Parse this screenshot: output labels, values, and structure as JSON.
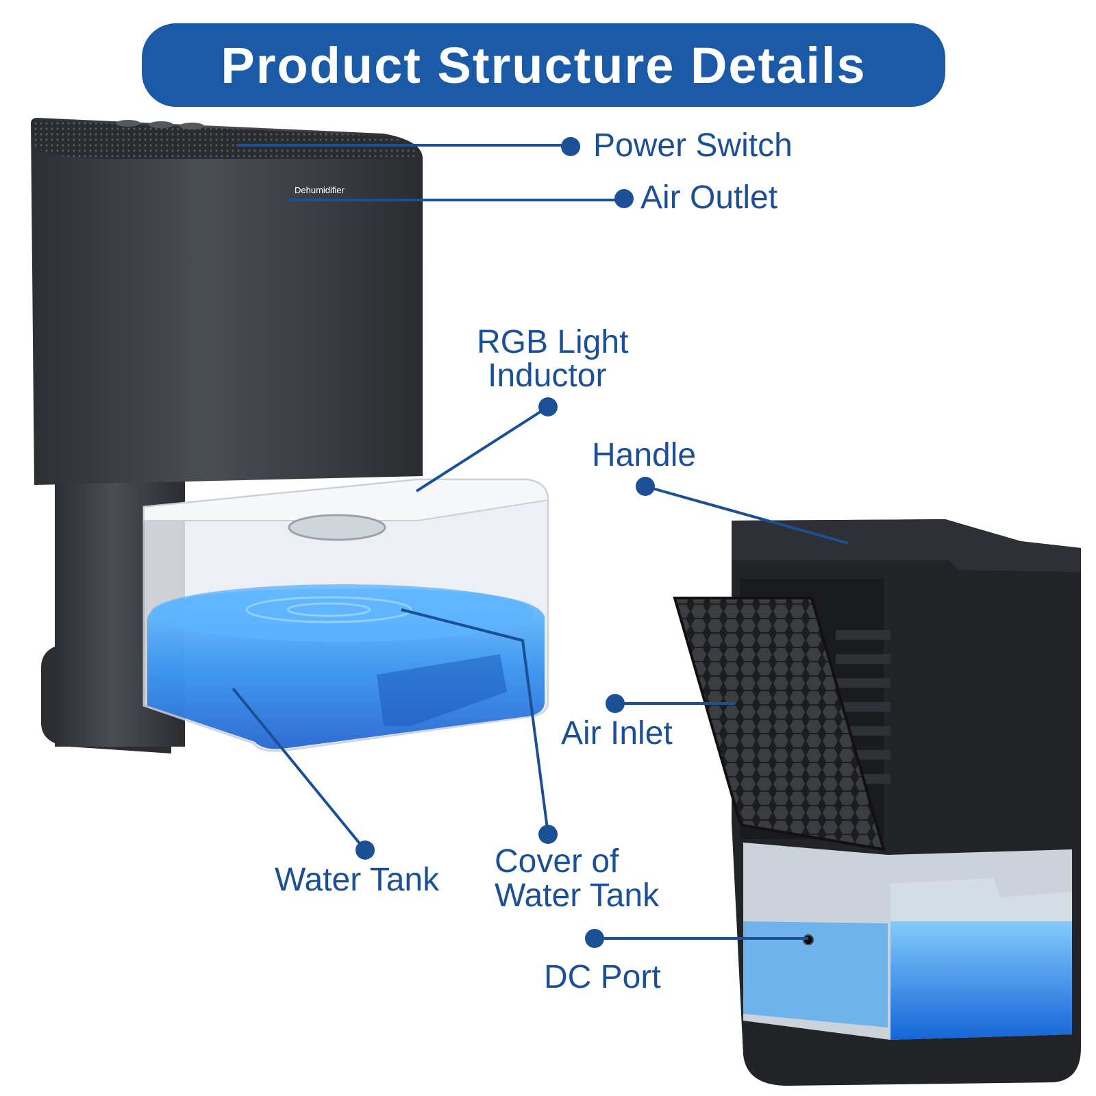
{
  "title": "Product Structure Details",
  "device_brand_text": "Dehumidifier",
  "labels": {
    "power_switch": "Power Switch",
    "air_outlet": "Air Outlet",
    "rgb_light_inductor_line1": "RGB Light",
    "rgb_light_inductor_line2": "Inductor",
    "handle": "Handle",
    "air_inlet": "Air Inlet",
    "water_tank": "Water Tank",
    "cover_of_water_tank_line1": "Cover of",
    "cover_of_water_tank_line2": "Water Tank",
    "dc_port": "DC Port"
  },
  "colors": {
    "accent": "#1b5aa6",
    "label_text": "#1b4f96",
    "device_body": "#3a3d42",
    "water": "#2f8ff0"
  }
}
